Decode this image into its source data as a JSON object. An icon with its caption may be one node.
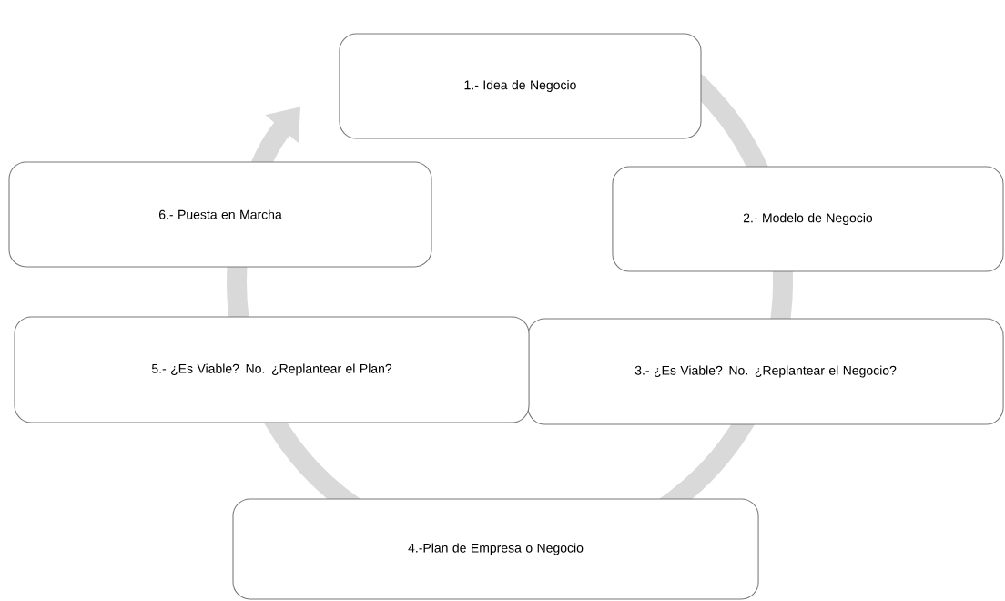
{
  "diagram": {
    "nodes": [
      {
        "text": [
          "1.- Idea de Negocio"
        ]
      },
      {
        "text": [
          "2.- Modelo de Negocio"
        ]
      },
      {
        "text": [
          "3.- ¿Es Viable? No. ¿Replantear el Negocio?"
        ]
      },
      {
        "text": [
          "4.-Plan de Empresa o Negocio"
        ]
      },
      {
        "text": [
          "5.- ¿Es Viable? No. ¿Replantear el Plan?"
        ]
      },
      {
        "text": [
          "6.- Puesta en Marcha"
        ]
      }
    ]
  }
}
